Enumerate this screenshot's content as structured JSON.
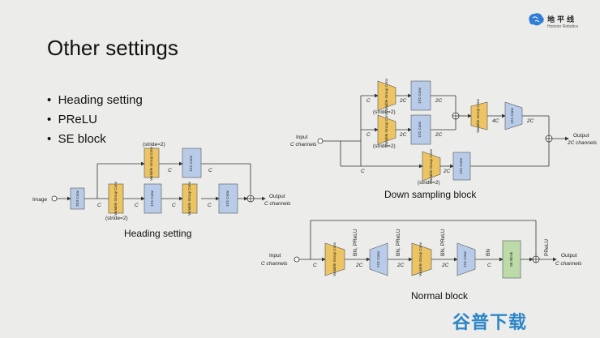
{
  "slide": {
    "title": "Other settings",
    "bullets": [
      "Heading setting",
      "PReLU",
      "SE block"
    ]
  },
  "brand": {
    "name_cn": "地平线",
    "name_en": "Horizon Robotics",
    "color": "#2f7ed8"
  },
  "watermark": {
    "text": "谷普下载",
    "color": "#2c86c8"
  },
  "colors": {
    "conv": "#b8cbe8",
    "group_conv": "#ecc463",
    "se_block": "#bcdba8",
    "line": "#333333"
  },
  "heading": {
    "caption": "Heading setting",
    "input_label": "Image",
    "output_label_1": "Output",
    "output_label_2": "C channels",
    "stride_top": "(stride=2)",
    "stride_bottom": "(stride=2)",
    "c": "C",
    "conv3": "3X3 Conv",
    "conv1": "1X1 Conv",
    "group_conv": "Variable Group Conv"
  },
  "down": {
    "caption": "Down sampling block",
    "input_label_1": "Input",
    "input_label_2": "C channels",
    "output_label_1": "Output",
    "output_label_2": "2C channels",
    "stride_1": "(stride=2)",
    "stride_2": "(stride=2)",
    "stride_3": "(stride=2)",
    "c": "C",
    "c2": "2C",
    "c4": "4C",
    "conv1": "1X1 Conv",
    "group_conv": "Variable Group Conv"
  },
  "normal": {
    "caption": "Normal block",
    "input_label_1": "Input",
    "input_label_2": "C channels",
    "output_label_1": "Output",
    "output_label_2": "C channels",
    "c": "C",
    "c2": "2C",
    "bn_prelu": "BN, PReLU",
    "bn": "BN",
    "prelu": "PReLU",
    "conv1": "1X1 Conv",
    "group_conv": "Variable Group Conv",
    "se_block": "SE Block"
  }
}
